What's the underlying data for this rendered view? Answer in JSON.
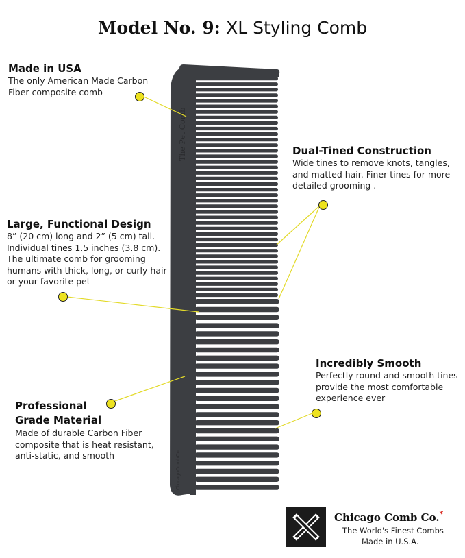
{
  "title": {
    "bold": "Model No. 9:",
    "regular": "XL Styling Comb"
  },
  "callouts": {
    "made_in_usa": {
      "heading": "Made in USA",
      "description": "The only American Made Carbon\nFiber composite comb"
    },
    "dual_tined": {
      "heading": "Dual-Tined Construction",
      "description": "Wide tines to remove knots, tangles,\nand matted hair. Finer tines for more\ndetailed grooming ."
    },
    "large_design": {
      "heading": "Large, Functional Design",
      "description": "8” (20 cm) long and 2” (5 cm) tall.\nIndividual tines 1.5 inches (3.8 cm).\nThe ultimate comb for grooming\nhumans with thick, long, or curly hair\nor your favorite pet"
    },
    "incredibly_smooth": {
      "heading": "Incredibly Smooth",
      "description": "Perfectly round and smooth tines\nprovide the most comfortable\nexperience ever"
    },
    "professional": {
      "heading": "Professional\nGrade Material",
      "description": "Made of durable Carbon Fiber\ncomposite that is heat resistant,\nanti-static, and smooth"
    }
  },
  "comb": {
    "spine_text": "The Pet Comb",
    "spine_text_bottom": "ChicagoCombCo."
  },
  "logo": {
    "name": "Chicago Comb Co.",
    "star": "*",
    "tagline": "The World's Finest Combs",
    "made_in": "Made in U.S.A."
  },
  "colors": {
    "comb": "#3c3e42",
    "marker": "#ede21f",
    "logo_star": "#d9261c"
  }
}
